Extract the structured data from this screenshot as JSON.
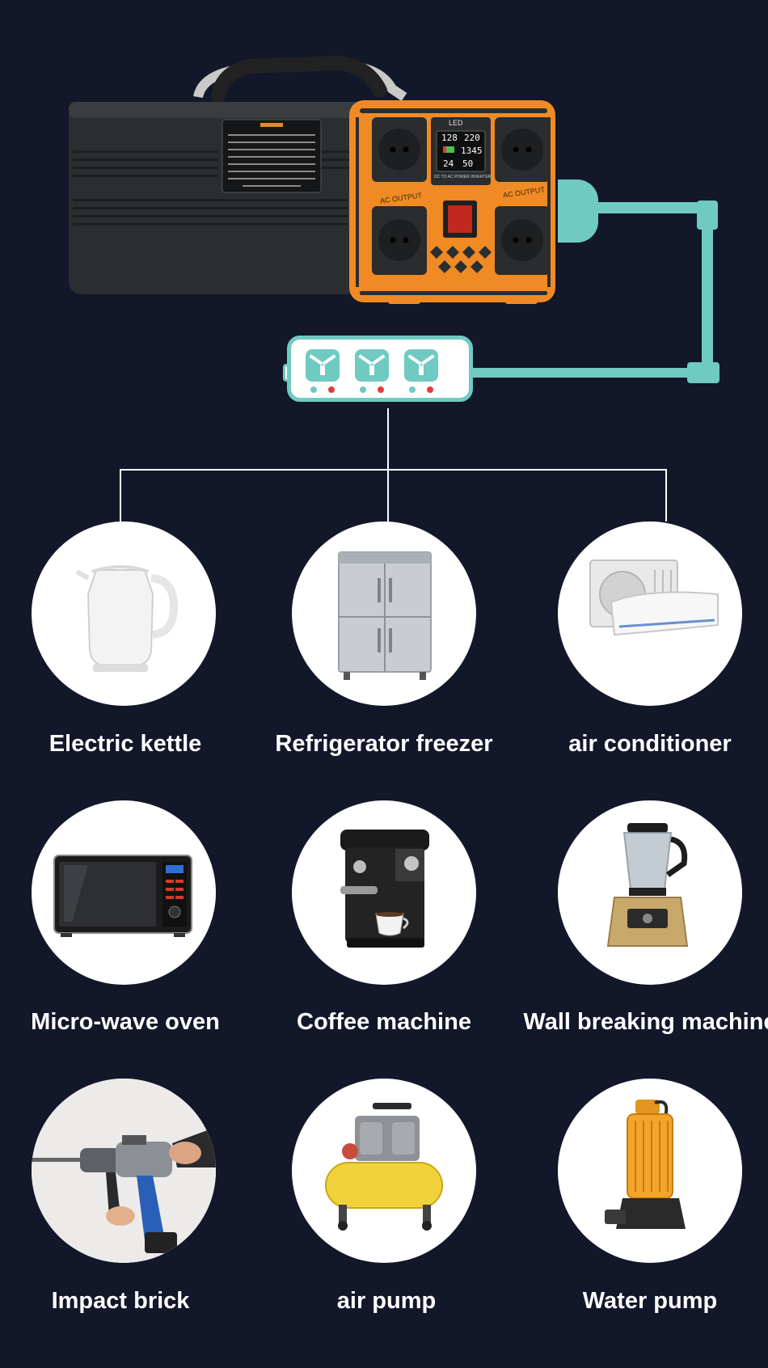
{
  "appliances": [
    {
      "label": "Electric kettle",
      "icon": "kettle-icon"
    },
    {
      "label": "Refrigerator freezer",
      "icon": "refrigerator-icon"
    },
    {
      "label": "air conditioner",
      "icon": "air-conditioner-icon"
    },
    {
      "label": "Micro-wave oven",
      "icon": "microwave-icon"
    },
    {
      "label": "Coffee machine",
      "icon": "coffee-machine-icon"
    },
    {
      "label": "Wall breaking machine",
      "icon": "blender-icon"
    },
    {
      "label": "Impact brick",
      "icon": "impact-drill-icon"
    },
    {
      "label": "air pump",
      "icon": "air-compressor-icon"
    },
    {
      "label": "Water pump",
      "icon": "water-pump-icon"
    }
  ],
  "inverter": {
    "led_label": "LED",
    "display_in": "128",
    "display_out": "220",
    "display_v": "24",
    "display_hz": "50",
    "display_w": "1345",
    "panel_caption": "DC TO AC POWER INVERTER",
    "ac_output_left": "AC OUTPUT",
    "ac_output_right": "AC OUTPUT"
  },
  "colors": {
    "background": "#12172a",
    "accent_teal": "#6fcbc2",
    "inverter_orange": "#f08a24",
    "inverter_body": "#2b2e31"
  }
}
